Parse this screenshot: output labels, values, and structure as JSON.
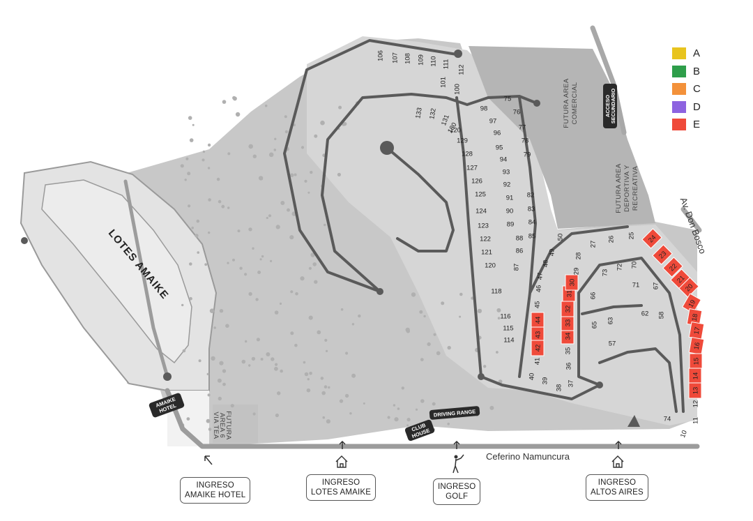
{
  "legend": [
    {
      "label": "A",
      "color": "#e8c41e"
    },
    {
      "label": "B",
      "color": "#2e9e4a"
    },
    {
      "label": "C",
      "color": "#f3913a"
    },
    {
      "label": "D",
      "color": "#8d63e0"
    },
    {
      "label": "E",
      "color": "#ef4a3a"
    }
  ],
  "highlight_color": "#ef4a3a",
  "areas": {
    "lotes_amaike": "LOTES AMAIKE",
    "futura_comercial": [
      "FUTURA AREA",
      "COMERCIAL"
    ],
    "futura_deportiva": [
      "FUTURA AREA",
      "DEPORTIVA Y",
      "RECREATIVA"
    ],
    "futura_area_6": [
      "FUTURA",
      "AREA 6",
      "VIA TEA"
    ],
    "av_don_bosco": "Av. Don Bosco",
    "street": "Ceferino Namuncura"
  },
  "labels": {
    "acceso_secundario": [
      "ACCESO",
      "SECUNDARIO"
    ],
    "amaike_hotel": [
      "AMAIKE",
      "HOTEL"
    ],
    "club_house": [
      "CLUB",
      "HOUSE"
    ],
    "driving_range": "DRIVING RANGE"
  },
  "entrances": [
    {
      "label": "INGRESO\nAMAIKE HOTEL",
      "icon": "arrow-icon"
    },
    {
      "label": "INGRESO\nLOTES AMAIKE",
      "icon": "house-icon"
    },
    {
      "label": "INGRESO\nGOLF",
      "icon": "golfer-icon"
    },
    {
      "label": "INGRESO\nALTOS AIRES",
      "icon": "house-icon"
    }
  ],
  "lots": [
    {
      "n": "106",
      "c": "n"
    },
    {
      "n": "107",
      "c": "n"
    },
    {
      "n": "108",
      "c": "n"
    },
    {
      "n": "109",
      "c": "n"
    },
    {
      "n": "110",
      "c": "n"
    },
    {
      "n": "111",
      "c": "n"
    },
    {
      "n": "112",
      "c": "n"
    },
    {
      "n": "101",
      "c": "n"
    },
    {
      "n": "100",
      "c": "n"
    },
    {
      "n": "75",
      "c": "n"
    },
    {
      "n": "98",
      "c": "n"
    },
    {
      "n": "76",
      "c": "n"
    },
    {
      "n": "133",
      "c": "n"
    },
    {
      "n": "132",
      "c": "n"
    },
    {
      "n": "131",
      "c": "n"
    },
    {
      "n": "130",
      "c": "n"
    },
    {
      "n": "120",
      "c": "n"
    },
    {
      "n": "97",
      "c": "n"
    },
    {
      "n": "77",
      "c": "n"
    },
    {
      "n": "96",
      "c": "n"
    },
    {
      "n": "78",
      "c": "n"
    },
    {
      "n": "129",
      "c": "n"
    },
    {
      "n": "95",
      "c": "n"
    },
    {
      "n": "79",
      "c": "n"
    },
    {
      "n": "128",
      "c": "n"
    },
    {
      "n": "94",
      "c": "n"
    },
    {
      "n": "127",
      "c": "n"
    },
    {
      "n": "93",
      "c": "n"
    },
    {
      "n": "126",
      "c": "n"
    },
    {
      "n": "92",
      "c": "n"
    },
    {
      "n": "125",
      "c": "n"
    },
    {
      "n": "91",
      "c": "n"
    },
    {
      "n": "82",
      "c": "n"
    },
    {
      "n": "124",
      "c": "n"
    },
    {
      "n": "90",
      "c": "n"
    },
    {
      "n": "83",
      "c": "n"
    },
    {
      "n": "123",
      "c": "n"
    },
    {
      "n": "89",
      "c": "n"
    },
    {
      "n": "84",
      "c": "n"
    },
    {
      "n": "122",
      "c": "n"
    },
    {
      "n": "88",
      "c": "n"
    },
    {
      "n": "85",
      "c": "n"
    },
    {
      "n": "121",
      "c": "n"
    },
    {
      "n": "86",
      "c": "n"
    },
    {
      "n": "120",
      "c": "n"
    },
    {
      "n": "87",
      "c": "n"
    },
    {
      "n": "118",
      "c": "n"
    },
    {
      "n": "116",
      "c": "n"
    },
    {
      "n": "115",
      "c": "n"
    },
    {
      "n": "114",
      "c": "n"
    },
    {
      "n": "50",
      "c": "n"
    },
    {
      "n": "49",
      "c": "n"
    },
    {
      "n": "48",
      "c": "n"
    },
    {
      "n": "47",
      "c": "n"
    },
    {
      "n": "46",
      "c": "n"
    },
    {
      "n": "45",
      "c": "n"
    },
    {
      "n": "44",
      "c": "e"
    },
    {
      "n": "43",
      "c": "e"
    },
    {
      "n": "42",
      "c": "e"
    },
    {
      "n": "41",
      "c": "n"
    },
    {
      "n": "40",
      "c": "n"
    },
    {
      "n": "39",
      "c": "n"
    },
    {
      "n": "38",
      "c": "n"
    },
    {
      "n": "37",
      "c": "n"
    },
    {
      "n": "36",
      "c": "n"
    },
    {
      "n": "35",
      "c": "n"
    },
    {
      "n": "34",
      "c": "e"
    },
    {
      "n": "33",
      "c": "e"
    },
    {
      "n": "32",
      "c": "e"
    },
    {
      "n": "31",
      "c": "e"
    },
    {
      "n": "30",
      "c": "e"
    },
    {
      "n": "29",
      "c": "n"
    },
    {
      "n": "28",
      "c": "n"
    },
    {
      "n": "27",
      "c": "n"
    },
    {
      "n": "26",
      "c": "n"
    },
    {
      "n": "25",
      "c": "n"
    },
    {
      "n": "24",
      "c": "e"
    },
    {
      "n": "23",
      "c": "e"
    },
    {
      "n": "22",
      "c": "e"
    },
    {
      "n": "21",
      "c": "e"
    },
    {
      "n": "20",
      "c": "e"
    },
    {
      "n": "19",
      "c": "e"
    },
    {
      "n": "18",
      "c": "e"
    },
    {
      "n": "17",
      "c": "e"
    },
    {
      "n": "16",
      "c": "e"
    },
    {
      "n": "15",
      "c": "e"
    },
    {
      "n": "14",
      "c": "e"
    },
    {
      "n": "13",
      "c": "e"
    },
    {
      "n": "12",
      "c": "n"
    },
    {
      "n": "11",
      "c": "n"
    },
    {
      "n": "10",
      "c": "n"
    },
    {
      "n": "74",
      "c": "n"
    },
    {
      "n": "73",
      "c": "n"
    },
    {
      "n": "72",
      "c": "n"
    },
    {
      "n": "70",
      "c": "n"
    },
    {
      "n": "71",
      "c": "n"
    },
    {
      "n": "67",
      "c": "n"
    },
    {
      "n": "66",
      "c": "n"
    },
    {
      "n": "65",
      "c": "n"
    },
    {
      "n": "63",
      "c": "n"
    },
    {
      "n": "62",
      "c": "n"
    },
    {
      "n": "58",
      "c": "n"
    },
    {
      "n": "57",
      "c": "n"
    }
  ]
}
